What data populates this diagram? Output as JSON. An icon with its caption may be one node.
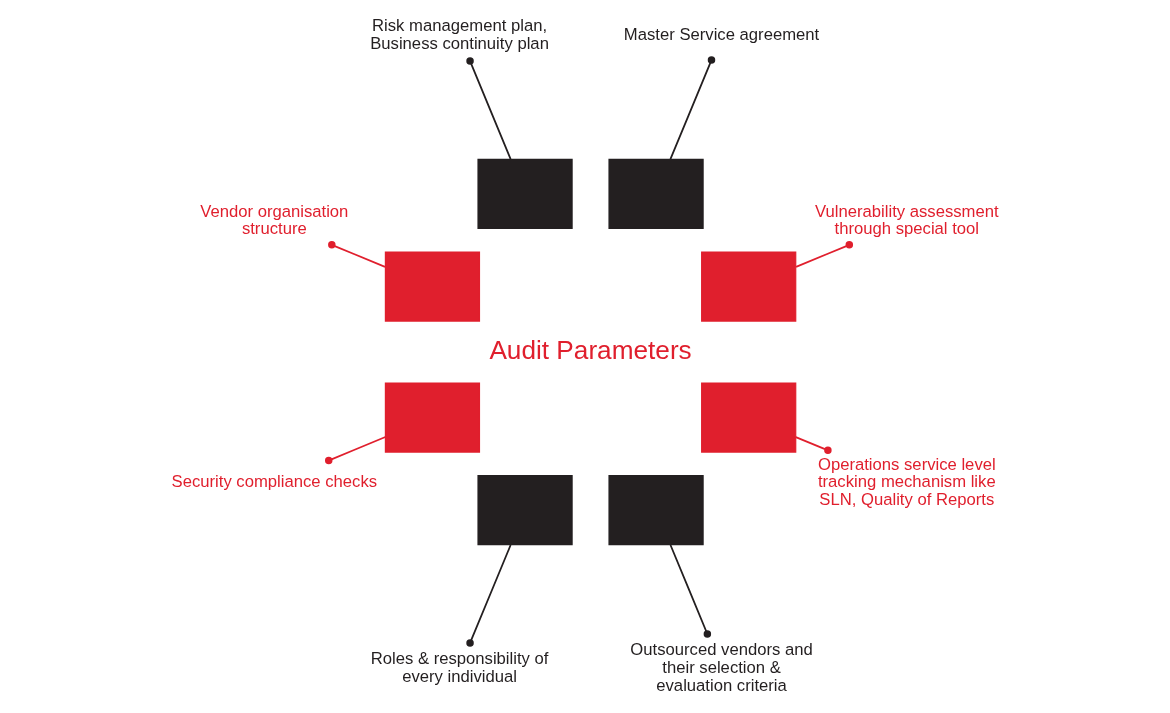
{
  "diagram": {
    "nodes": [
      {
        "text": [
          "Audit Parameters"
        ]
      },
      {
        "text": [],
        "shape": "box"
      },
      {
        "text": [],
        "shape": "box"
      },
      {
        "text": [],
        "shape": "box"
      },
      {
        "text": [],
        "shape": "box"
      },
      {
        "text": [],
        "shape": "box"
      },
      {
        "text": [],
        "shape": "box"
      },
      {
        "text": [],
        "shape": "box"
      },
      {
        "text": [],
        "shape": "box"
      },
      {
        "text": [
          "Vulnerability assessment through special tool"
        ]
      },
      {
        "text": [
          "Master Service agreement"
        ]
      },
      {
        "text": [
          "Risk management plan, Business continuity plan"
        ]
      },
      {
        "text": [
          "Vendor organisation structure"
        ]
      },
      {
        "text": [
          "Security compliance checks"
        ]
      },
      {
        "text": [
          "Roles & responsibility of every individual"
        ]
      },
      {
        "text": [
          "Outsourced vendors and their selection & evaluation criteria"
        ]
      },
      {
        "text": [
          "Operations service level tracking mechanism like SLN, Quality of Reports"
        ]
      }
    ],
    "edges": [
      {
        "from": 9,
        "to": 1,
        "arrow": "other",
        "color": "#e01f2d"
      },
      {
        "from": 10,
        "to": 2,
        "arrow": "other",
        "color": "#231f20"
      },
      {
        "from": 11,
        "to": 3,
        "arrow": "other",
        "color": "#231f20"
      },
      {
        "from": 12,
        "to": 4,
        "arrow": "other",
        "color": "#e01f2d"
      },
      {
        "from": 13,
        "to": 5,
        "arrow": "other",
        "color": "#e01f2d"
      },
      {
        "from": 14,
        "to": 6,
        "arrow": "other",
        "color": "#231f20"
      },
      {
        "from": 15,
        "to": 7,
        "arrow": "other",
        "color": "#231f20"
      },
      {
        "from": 16,
        "to": 8,
        "arrow": "other",
        "color": "#e01f2d"
      }
    ]
  }
}
